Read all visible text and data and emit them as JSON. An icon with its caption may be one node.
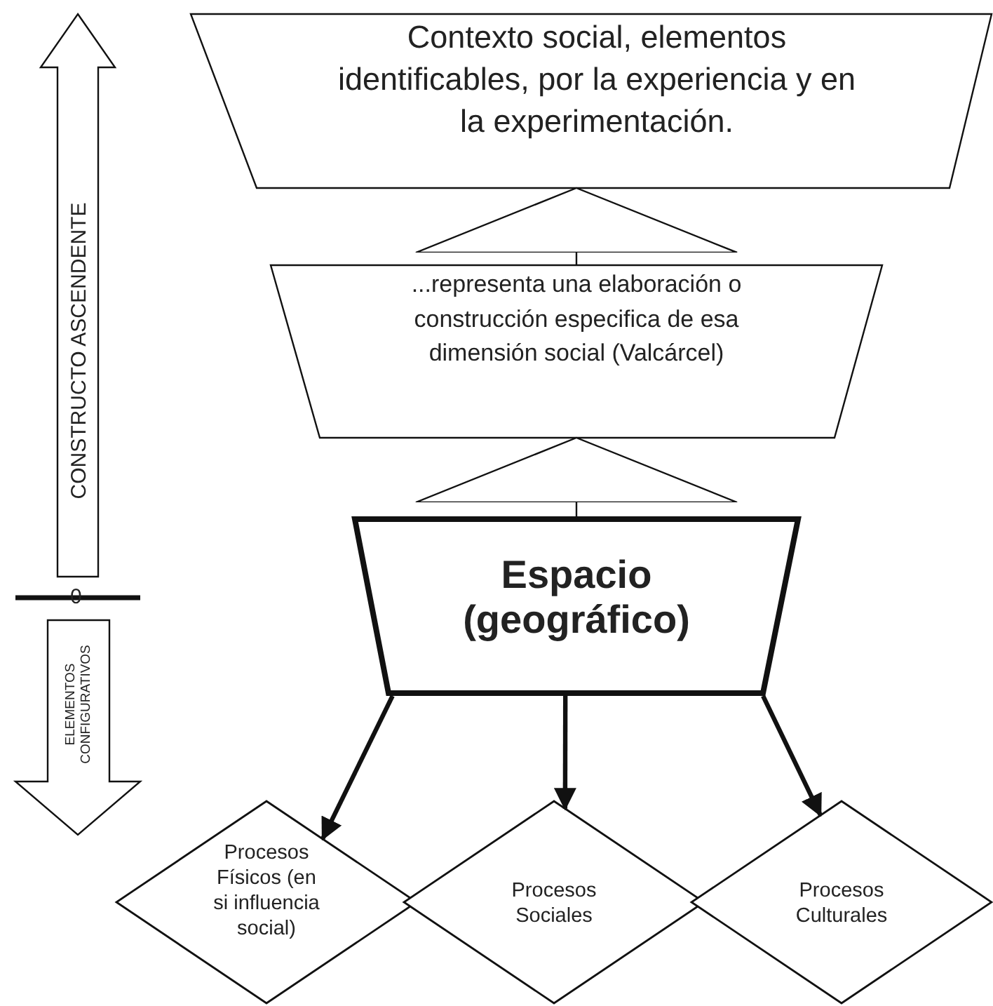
{
  "diagram": {
    "nodes": [
      {
        "text": [
          "Contexto social, elementos identificables, por la experiencia y en la experimentación."
        ]
      },
      {
        "text": [
          "CONSTRUCTO ASCENDENTE"
        ]
      },
      {
        "text": [
          "...representa una elaboración o construcción especifica de esa dimensión social (Valcárcel)"
        ]
      },
      {
        "text": [
          "Espacio (geográfico)"
        ]
      },
      {
        "text": [
          "ELEMENTOS CONFIGURATIVOS"
        ]
      },
      {
        "text": [
          "Procesos Físicos (en si influencia social)"
        ]
      },
      {
        "text": [
          "Procesos Sociales"
        ]
      },
      {
        "text": [
          "Procesos Culturales"
        ]
      }
    ],
    "edges": [
      {
        "from": 2,
        "to": 0,
        "arrow": "to"
      },
      {
        "from": 3,
        "to": 2,
        "arrow": "to"
      },
      {
        "from": 3,
        "to": 5,
        "arrow": "to"
      },
      {
        "from": 3,
        "to": 6,
        "arrow": "to"
      },
      {
        "from": 3,
        "to": 7,
        "arrow": "to"
      }
    ],
    "labels": [
      "0"
    ]
  }
}
